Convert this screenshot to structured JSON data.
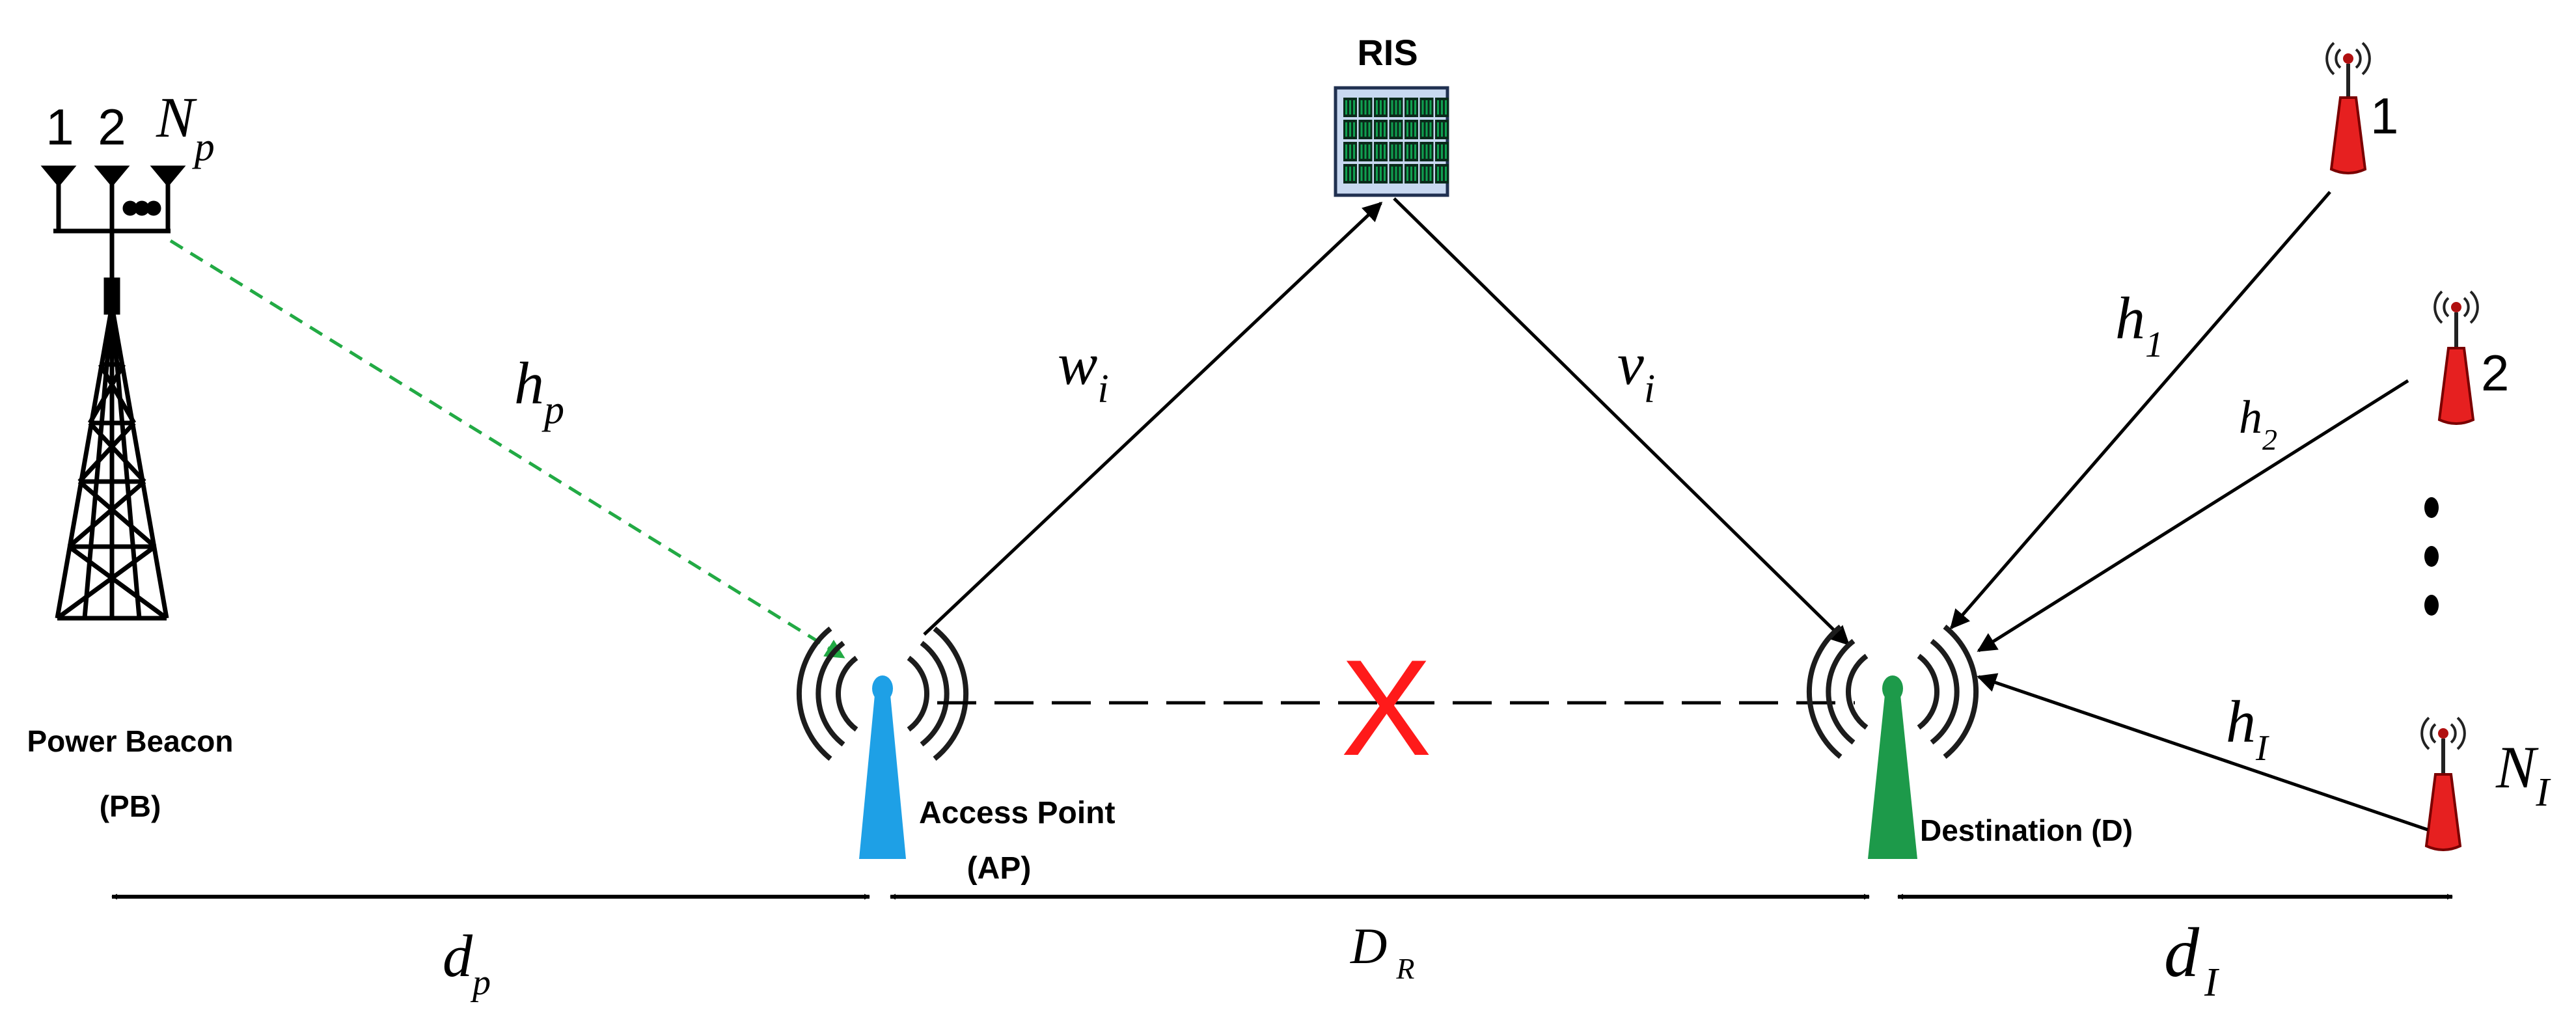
{
  "nodes": {
    "pb": {
      "label": "Power Beacon",
      "sublabel": "(PB)",
      "antenna_labels": [
        "1",
        "2"
      ],
      "antenna_count_symbol": "N",
      "antenna_count_sub": "p"
    },
    "ris": {
      "label": "RIS"
    },
    "ap": {
      "label": "Access Point",
      "sublabel": "(AP)"
    },
    "dest": {
      "label": "Destination (D)"
    },
    "interferers": [
      {
        "label": "1"
      },
      {
        "label": "2"
      },
      {
        "label": "N",
        "sub": "I"
      }
    ]
  },
  "channels": {
    "hp": {
      "main": "h",
      "sub": "p"
    },
    "wi": {
      "main": "w",
      "sub": "i"
    },
    "vi": {
      "main": "v",
      "sub": "i"
    },
    "h1": {
      "main": "h",
      "sub": "1"
    },
    "h2": {
      "main": "h",
      "sub": "2"
    },
    "hI": {
      "main": "h",
      "sub": "I"
    }
  },
  "distances": {
    "dp": {
      "main": "d",
      "sub": "p"
    },
    "DR": {
      "main": "D",
      "sub": "R"
    },
    "dI": {
      "main": "d",
      "sub": "I"
    }
  },
  "blocked_marker": "X",
  "colors": {
    "ap": "#1ea0e6",
    "dest": "#1d9a4a",
    "interferer": "#e62020",
    "harvest_link": "#22aa44",
    "blocked": "#ff1a1a",
    "ris_fill": "#c8d8f0",
    "ris_cell": "#10a050"
  }
}
